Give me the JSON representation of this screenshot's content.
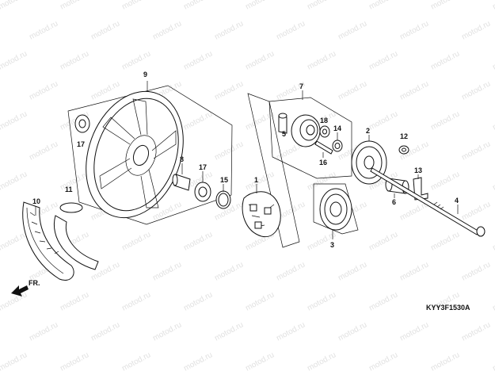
{
  "watermark_text": "motod.ru",
  "diagram_code": "KYY3F1530A",
  "direction_label": "FR.",
  "callouts": [
    "1",
    "2",
    "3",
    "4",
    "5",
    "6",
    "7",
    "8",
    "9",
    "10",
    "11",
    "12",
    "13",
    "14",
    "15",
    "16",
    "17",
    "17",
    "18"
  ],
  "icons": {
    "direction_arrow": "arrow-left-icon"
  },
  "colors": {
    "line": "#111111",
    "watermark": "#e1e1e1",
    "background": "#ffffff"
  }
}
